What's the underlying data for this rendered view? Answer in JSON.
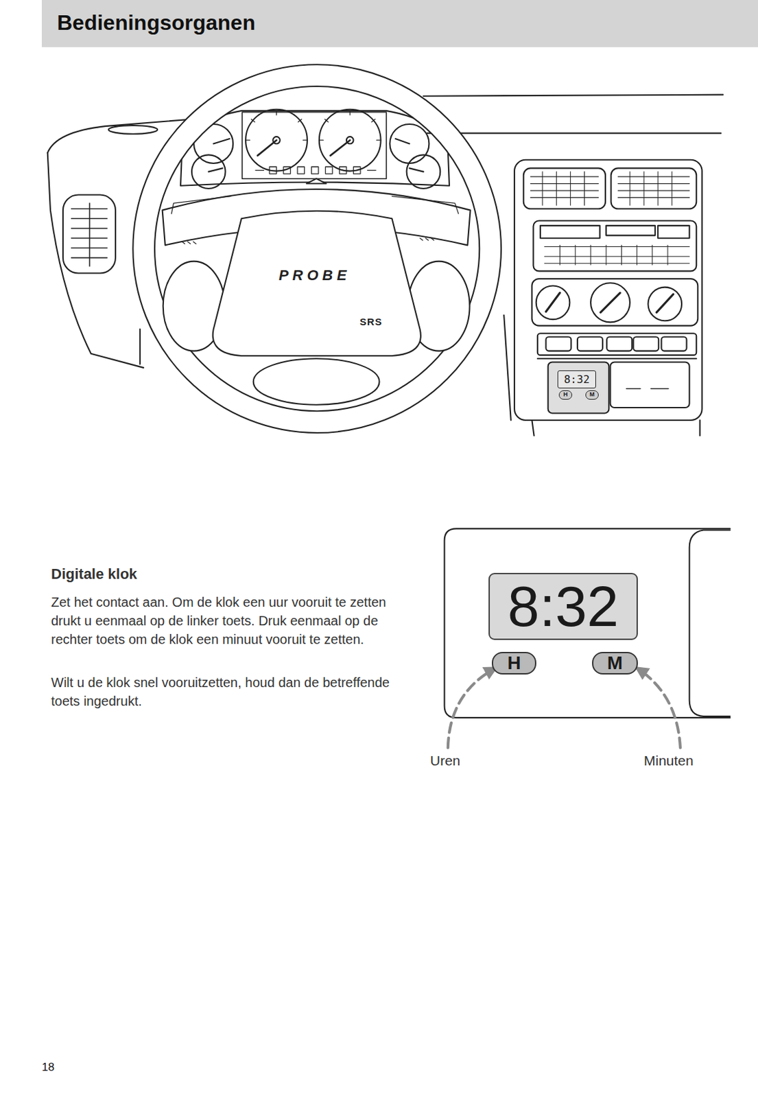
{
  "diagram": {
    "title": "Bedieningsorganen",
    "nodes": [
      {
        "text": [
          "8:32"
        ]
      },
      {
        "text": [
          "H"
        ]
      },
      {
        "text": [
          "M"
        ]
      },
      {
        "text": [
          "8:32"
        ]
      },
      {
        "text": [
          "H"
        ]
      },
      {
        "text": [
          "M"
        ]
      }
    ],
    "labels": [
      "PROBE",
      "SRS",
      "Digitale klok",
      "Zet het contact aan. Om de klok een uur vooruit te zetten drukt u eenmaal op de linker toets. Druk eenmaal op de rechter toets om de klok een minuut vooruit te zetten.",
      "Wilt u de klok snel vooruitzetten, houd dan de betreffende toets ingedrukt.",
      "Uren",
      "Minuten",
      "18"
    ]
  }
}
